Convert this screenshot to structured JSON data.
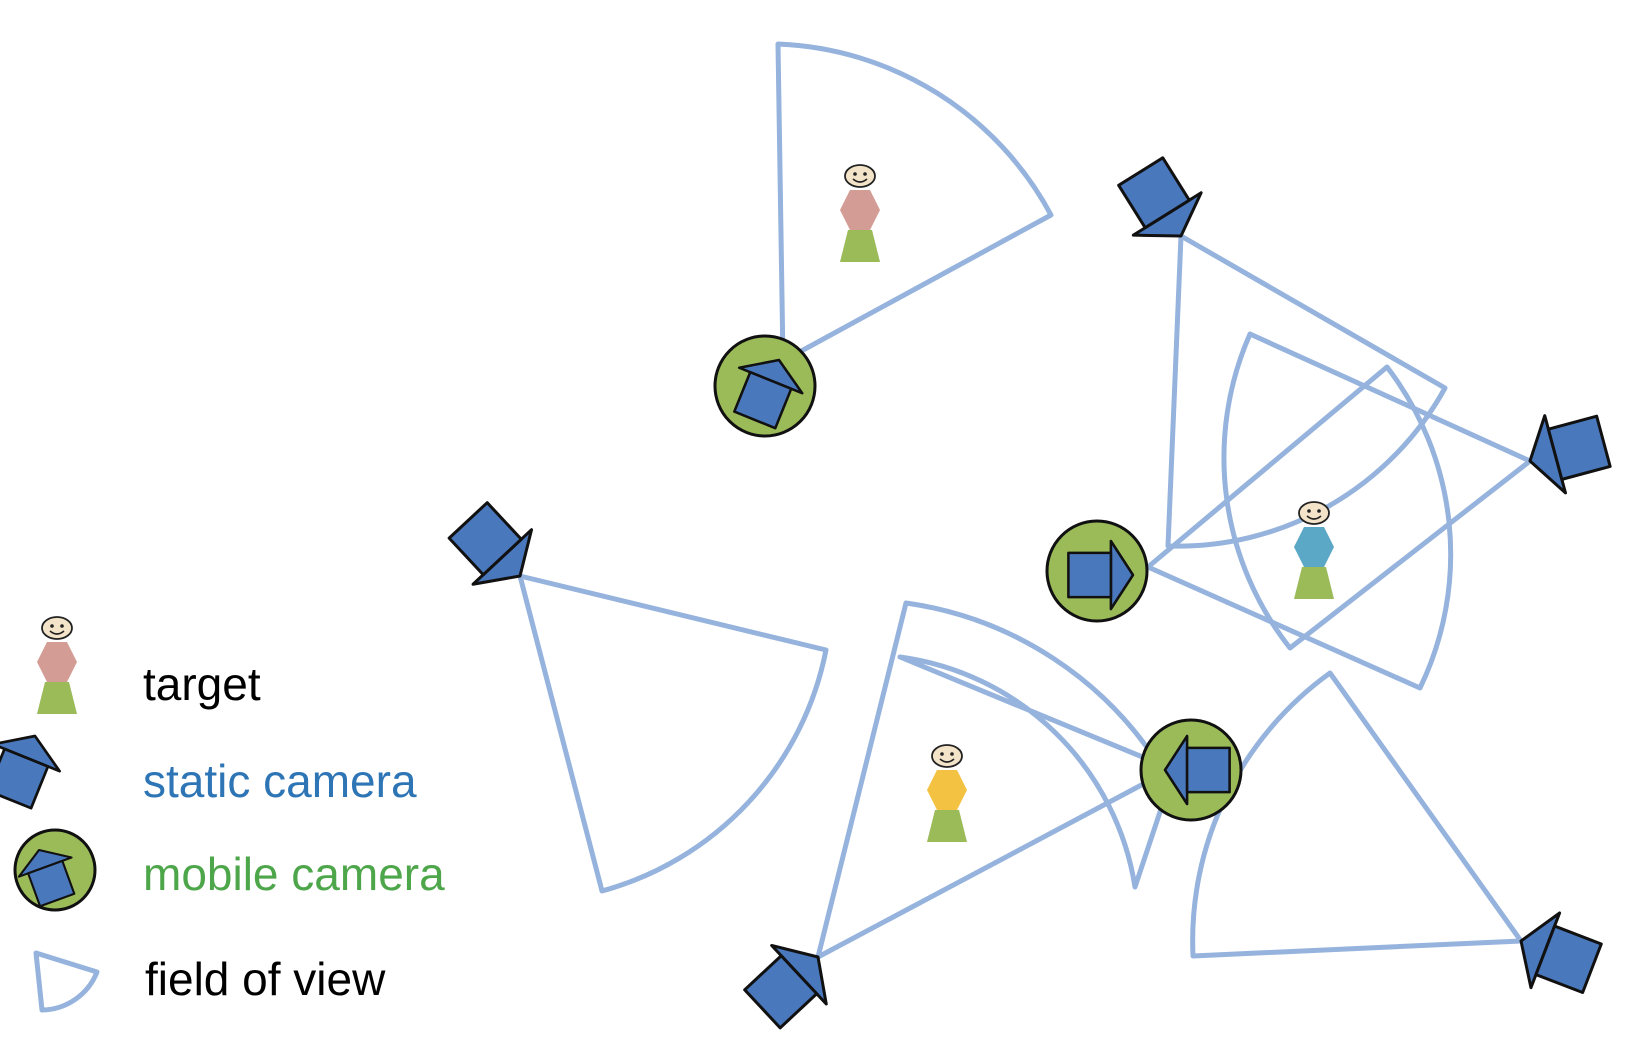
{
  "legend": {
    "items": [
      {
        "key": "target",
        "label": "target",
        "color": "#000000"
      },
      {
        "key": "static-camera",
        "label": "static camera",
        "color": "#2e75b6"
      },
      {
        "key": "mobile-camera",
        "label": "mobile camera",
        "color": "#4ea64a"
      },
      {
        "key": "field-of-view",
        "label": "field of view",
        "color": "#000000"
      }
    ]
  },
  "colors": {
    "fov_stroke": "#95b3dd",
    "camera_fill": "#4a78bd",
    "mobile_disc_fill": "#9bbb59",
    "target_torso_pink": "#d39c95",
    "target_torso_blue": "#5ba7c6",
    "target_torso_yellow": "#f4c242",
    "target_legs": "#9bbb59"
  },
  "targets": [
    {
      "id": "target-1",
      "torso_color": "#d39c95"
    },
    {
      "id": "target-2",
      "torso_color": "#5ba7c6"
    },
    {
      "id": "target-3",
      "torso_color": "#f4c242"
    }
  ],
  "static_cameras": [
    "static-camera-1",
    "static-camera-2",
    "static-camera-3",
    "static-camera-4",
    "static-camera-5"
  ],
  "mobile_cameras": [
    "mobile-camera-1",
    "mobile-camera-2",
    "mobile-camera-3"
  ]
}
